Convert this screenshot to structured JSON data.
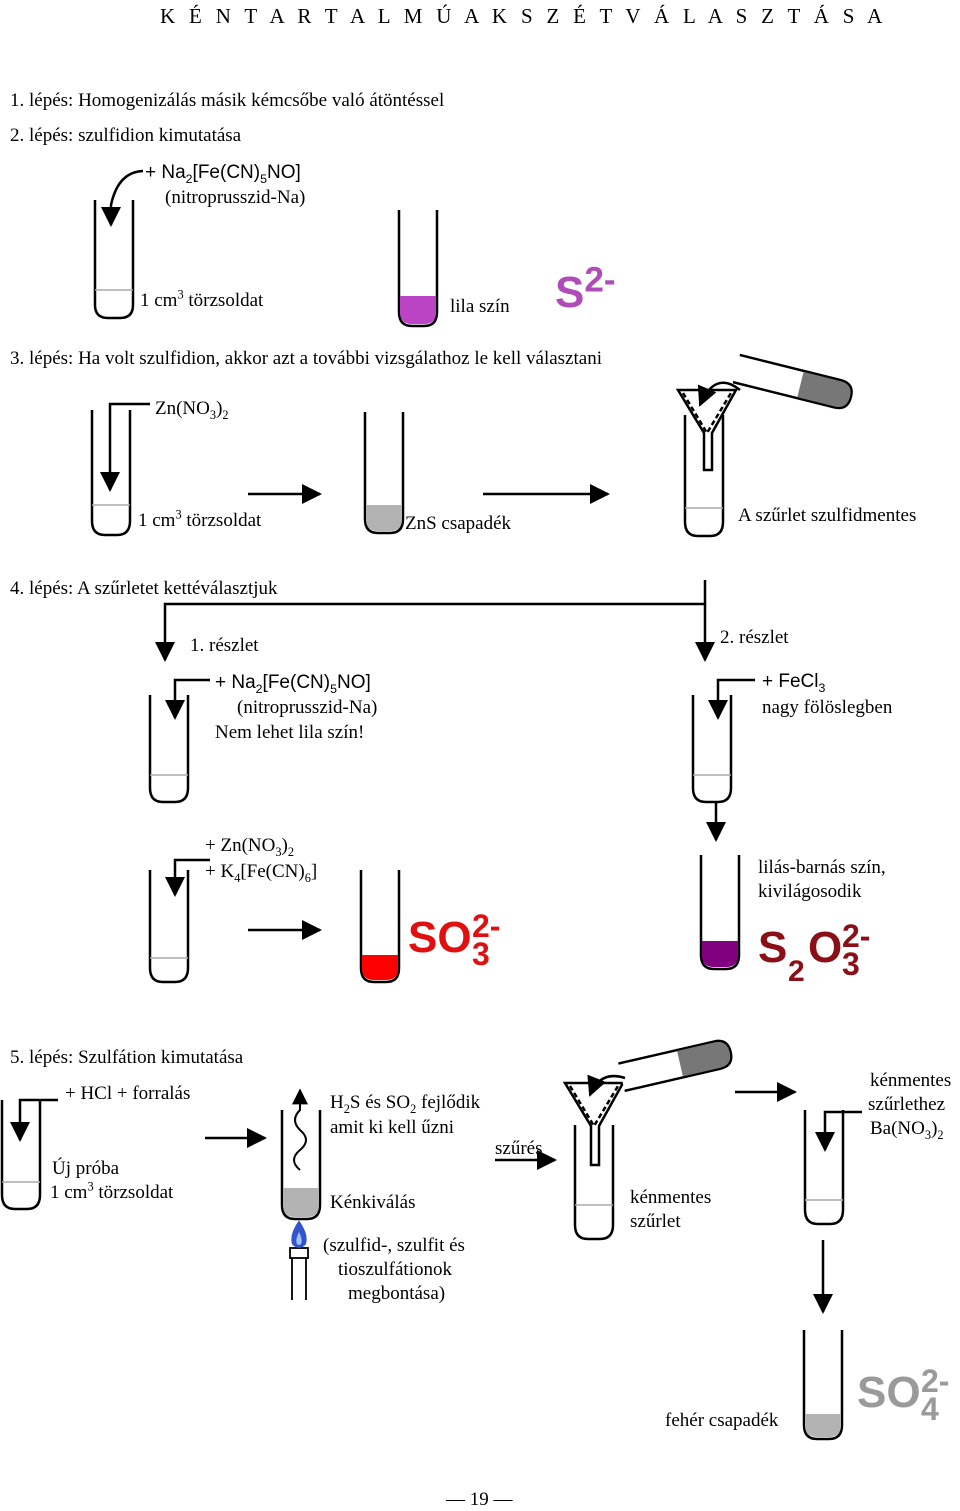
{
  "title": "K É N T A R T A L M Ú A K   S Z É T V Á L A S Z T Á S A",
  "step1": "1. lépés: Homogenizálás másik kémcsőbe való átöntéssel",
  "step2": {
    "heading": "2. lépés: szulfidion kimutatása",
    "reagent_plus": "+ ",
    "reagent_name": "(nitroprusszid-Na)",
    "sample_label": "törzsoldat",
    "sample_amount": "1 cm",
    "result_label": "lila szín",
    "ion": "S",
    "ion_charge": "2-"
  },
  "step3": {
    "heading": "3. lépés: Ha volt szulfidion, akkor azt a további vizsgálathoz le kell választani",
    "sample_amount": "1 cm",
    "sample_label": "törzsoldat",
    "precipitate_label": "ZnS csapadék",
    "filtrate_label": "A szűrlet szulfidmentes"
  },
  "step4": {
    "heading": "4. lépés: A szűrletet kettéválasztjuk",
    "part1_label": "1. részlet",
    "part1_reagent_name": "(nitroprusszid-Na)",
    "part1_note": "Nem lehet lila szín!",
    "part2_label": "2. részlet",
    "part2_reagent_note": "nagy fölöslegben",
    "part2_result_line1": "lilás-barnás szín,",
    "part2_result_line2": "kivilágosodik"
  },
  "step5": {
    "heading": "5. lépés: Szulfátion kimutatása",
    "reagent": "+ HCl + forralás",
    "sample_label1": "Új próba",
    "sample_amount": "1 cm",
    "sample_label2": "törzsoldat",
    "gas_line2": "amit ki kell űzni",
    "sulfur_label": "Kénkiválás",
    "decomp_line1": "(szulfid-, szulfit és",
    "decomp_line2": "tioszulfátionok",
    "decomp_line3": "megbontása)",
    "filter_label": "szűrés",
    "filtrate_line1": "kénmentes",
    "filtrate_line2": "szűrlet",
    "add_line1": "kénmentes",
    "add_line2": "szűrlethez",
    "result_label": "fehér csapadék"
  },
  "page_number": "19",
  "colors": {
    "purple_text": "#b04cb8",
    "purple_fill": "#bb44c4",
    "red_fill": "#ff0000",
    "dark_red_text": "#8b0f17",
    "dark_purple_fill": "#800080",
    "gray_fill": "#b3b3b3",
    "dark_gray_fill": "#777777",
    "sulfate_text": "#9a9a9a"
  }
}
